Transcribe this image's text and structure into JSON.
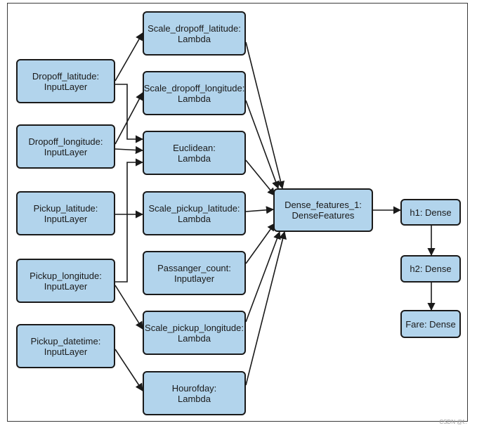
{
  "diagram": {
    "nodes": [
      {
        "id": "dropoff_latitude",
        "line1": "Dropoff_latitude:",
        "line2": "InputLayer"
      },
      {
        "id": "dropoff_longitude",
        "line1": "Dropoff_longitude:",
        "line2": "InputLayer"
      },
      {
        "id": "pickup_latitude",
        "line1": "Pickup_latitude:",
        "line2": "InputLayer"
      },
      {
        "id": "pickup_longitude",
        "line1": "Pickup_longitude:",
        "line2": "InputLayer"
      },
      {
        "id": "pickup_datetime",
        "line1": "Pickup_datetime:",
        "line2": "InputLayer"
      },
      {
        "id": "scale_dropoff_latitude",
        "line1": "Scale_dropoff_latitude:",
        "line2": "Lambda"
      },
      {
        "id": "scale_dropoff_longitude",
        "line1": "Scale_dropoff_longitude:",
        "line2": "Lambda"
      },
      {
        "id": "euclidean",
        "line1": "Euclidean:",
        "line2": "Lambda"
      },
      {
        "id": "scale_pickup_latitude",
        "line1": "Scale_pickup_latitude:",
        "line2": "Lambda"
      },
      {
        "id": "passanger_count",
        "line1": "Passanger_count:",
        "line2": "Inputlayer"
      },
      {
        "id": "scale_pickup_longitude",
        "line1": "Scale_pickup_longitude:",
        "line2": "Lambda"
      },
      {
        "id": "hourofday",
        "line1": "Hourofday:",
        "line2": "Lambda"
      },
      {
        "id": "dense_features_1",
        "line1": "Dense_features_1:",
        "line2": "DenseFeatures"
      },
      {
        "id": "h1",
        "line1": "h1: Dense",
        "line2": ""
      },
      {
        "id": "h2",
        "line1": "h2: Dense",
        "line2": ""
      },
      {
        "id": "fare",
        "line1": "Fare: Dense",
        "line2": ""
      }
    ],
    "edges": [
      [
        "dropoff_latitude",
        "scale_dropoff_latitude"
      ],
      [
        "dropoff_latitude",
        "euclidean"
      ],
      [
        "dropoff_longitude",
        "scale_dropoff_longitude"
      ],
      [
        "dropoff_longitude",
        "euclidean"
      ],
      [
        "pickup_latitude",
        "scale_pickup_latitude"
      ],
      [
        "pickup_latitude",
        "euclidean"
      ],
      [
        "pickup_longitude",
        "scale_pickup_longitude"
      ],
      [
        "pickup_longitude",
        "euclidean"
      ],
      [
        "pickup_datetime",
        "hourofday"
      ],
      [
        "scale_dropoff_latitude",
        "dense_features_1"
      ],
      [
        "scale_dropoff_longitude",
        "dense_features_1"
      ],
      [
        "euclidean",
        "dense_features_1"
      ],
      [
        "scale_pickup_latitude",
        "dense_features_1"
      ],
      [
        "passanger_count",
        "dense_features_1"
      ],
      [
        "scale_pickup_longitude",
        "dense_features_1"
      ],
      [
        "hourofday",
        "dense_features_1"
      ],
      [
        "dense_features_1",
        "h1"
      ],
      [
        "h1",
        "h2"
      ],
      [
        "h2",
        "fare"
      ]
    ]
  },
  "watermark": "CSDN @f..",
  "colors": {
    "node_fill": "#b2d4ec",
    "stroke": "#1a1a1a"
  }
}
